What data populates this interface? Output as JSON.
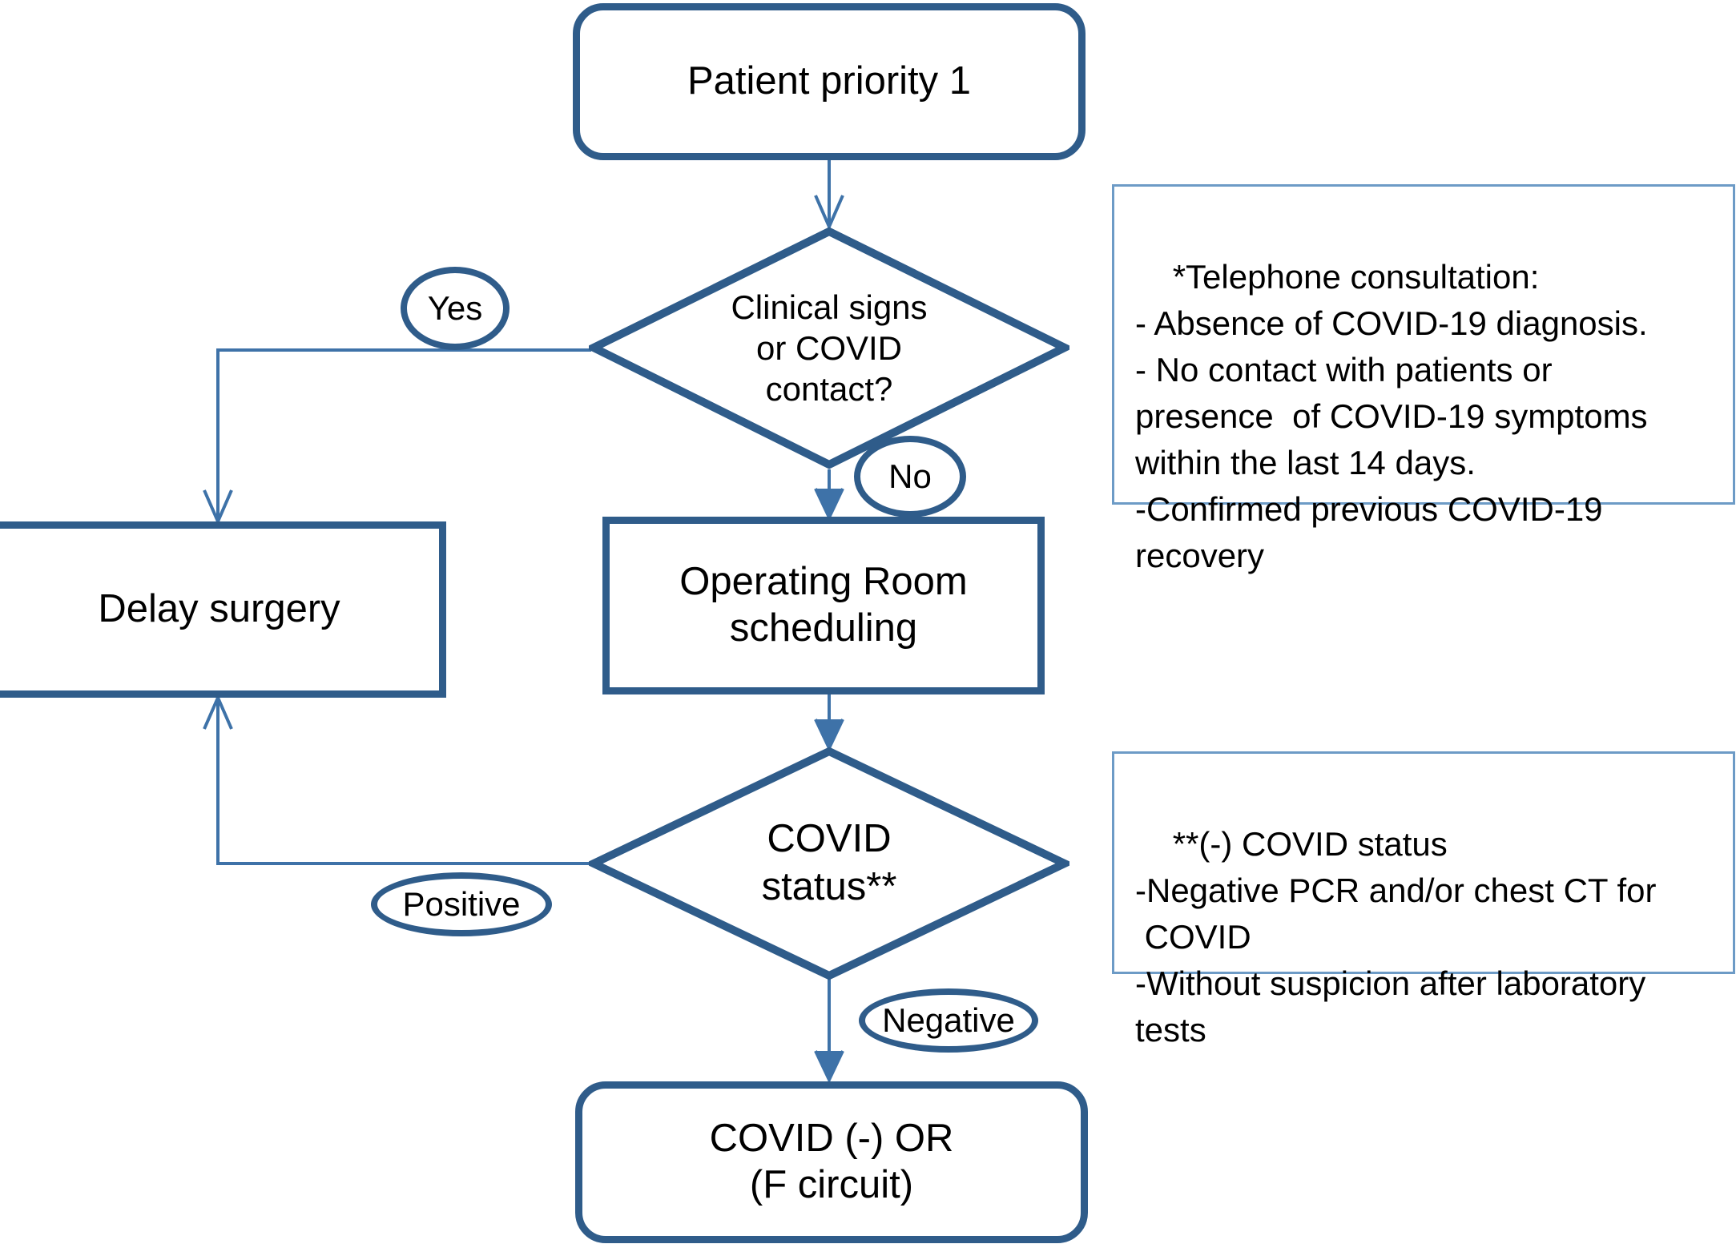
{
  "diagram": {
    "title": "COVID-19 surgical patient priority 1 triage flowchart",
    "colors": {
      "shape_border": "#2F5C8A",
      "connector": "#3E72A8",
      "note_border": "#6D9BC6",
      "text": "#000000",
      "background": "#FFFFFF"
    },
    "nodes": {
      "start": {
        "label": "Patient priority 1",
        "shape": "rounded-rectangle"
      },
      "decision_clinical": {
        "label": "Clinical signs\nor COVID\ncontact?",
        "shape": "diamond"
      },
      "delay_surgery": {
        "label": "Delay surgery",
        "shape": "rectangle"
      },
      "or_scheduling": {
        "label": "Operating Room\nscheduling",
        "shape": "rectangle"
      },
      "decision_covid": {
        "label": "COVID\nstatus**",
        "shape": "diamond"
      },
      "end_or": {
        "label": "COVID (-) OR\n(F circuit)",
        "shape": "rounded-rectangle"
      }
    },
    "edge_labels": {
      "yes": "Yes",
      "no": "No",
      "positive": "Positive",
      "negative": "Negative"
    },
    "notes": [
      {
        "id": "note-telephone-consultation",
        "text": "*Telephone consultation:\n- Absence of COVID-19 diagnosis.\n- No contact with patients or\npresence  of COVID-19 symptoms\nwithin the last 14 days.\n-Confirmed previous COVID-19\nrecovery"
      },
      {
        "id": "note-covid-status",
        "text": "**(-) COVID status\n-Negative PCR and/or chest CT for\n COVID\n-Without suspicion after laboratory tests"
      }
    ]
  }
}
